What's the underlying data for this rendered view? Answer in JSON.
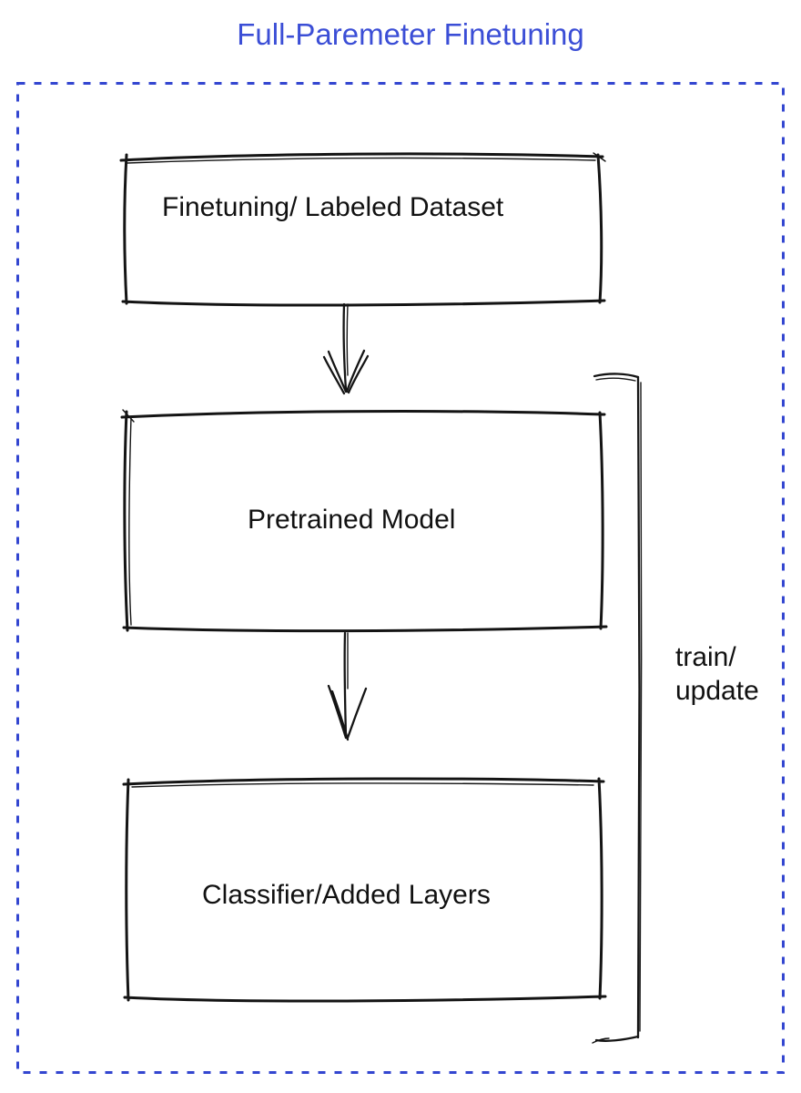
{
  "diagram": {
    "title": "Full-Paremeter Finetuning",
    "boxes": [
      {
        "label": "Finetuning/ Labeled Dataset",
        "fill": "#8A919D"
      },
      {
        "label": "Pretrained Model",
        "fill": "#4A72E8"
      },
      {
        "label": "Classifier/Added Layers",
        "fill": "#3FBA59"
      }
    ],
    "bracket_label": "train/\nupdate",
    "colors": {
      "title": "#3B4ED6",
      "border_dots": "#3346D0",
      "sketch_stroke": "#141414"
    }
  }
}
